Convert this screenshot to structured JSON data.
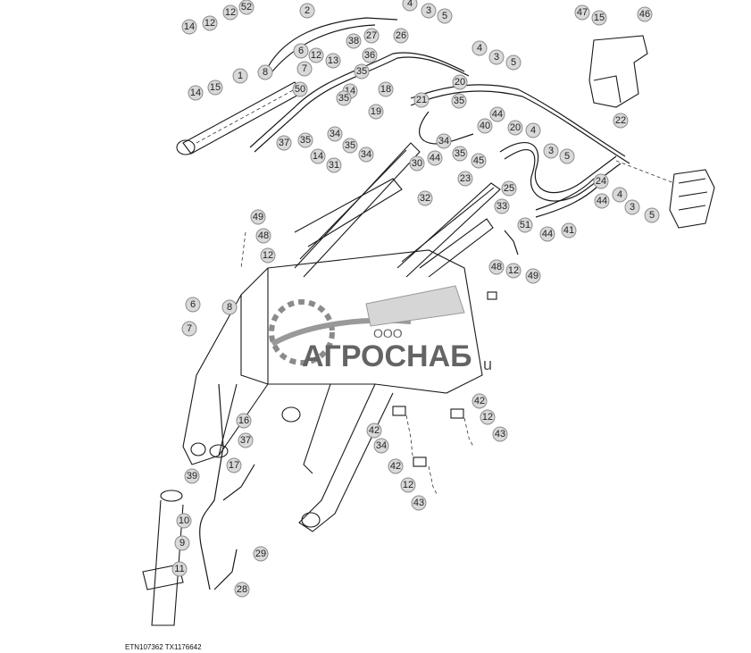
{
  "watermark": {
    "prefix": "ООО",
    "brand": "АГРОСНАБ",
    "suffix": "u"
  },
  "footer": {
    "figure_ref": "ETN107362  TX1176642"
  },
  "callouts": [
    {
      "n": "14"
    },
    {
      "n": "12"
    },
    {
      "n": "12"
    },
    {
      "n": "52"
    },
    {
      "n": "2"
    },
    {
      "n": "4"
    },
    {
      "n": "3"
    },
    {
      "n": "5"
    },
    {
      "n": "47"
    },
    {
      "n": "15"
    },
    {
      "n": "46"
    },
    {
      "n": "14"
    },
    {
      "n": "15"
    },
    {
      "n": "1"
    },
    {
      "n": "6"
    },
    {
      "n": "12"
    },
    {
      "n": "38"
    },
    {
      "n": "27"
    },
    {
      "n": "26"
    },
    {
      "n": "13"
    },
    {
      "n": "36"
    },
    {
      "n": "8"
    },
    {
      "n": "7"
    },
    {
      "n": "35"
    },
    {
      "n": "50"
    },
    {
      "n": "4"
    },
    {
      "n": "3"
    },
    {
      "n": "5"
    },
    {
      "n": "20"
    },
    {
      "n": "14"
    },
    {
      "n": "18"
    },
    {
      "n": "21"
    },
    {
      "n": "35"
    },
    {
      "n": "19"
    },
    {
      "n": "44"
    },
    {
      "n": "35"
    },
    {
      "n": "20"
    },
    {
      "n": "40"
    },
    {
      "n": "37"
    },
    {
      "n": "35"
    },
    {
      "n": "34"
    },
    {
      "n": "35"
    },
    {
      "n": "34"
    },
    {
      "n": "34"
    },
    {
      "n": "14"
    },
    {
      "n": "44"
    },
    {
      "n": "35"
    },
    {
      "n": "45"
    },
    {
      "n": "22"
    },
    {
      "n": "4"
    },
    {
      "n": "3"
    },
    {
      "n": "5"
    },
    {
      "n": "31"
    },
    {
      "n": "30"
    },
    {
      "n": "23"
    },
    {
      "n": "25"
    },
    {
      "n": "24"
    },
    {
      "n": "44"
    },
    {
      "n": "4"
    },
    {
      "n": "3"
    },
    {
      "n": "5"
    },
    {
      "n": "32"
    },
    {
      "n": "33"
    },
    {
      "n": "51"
    },
    {
      "n": "44"
    },
    {
      "n": "41"
    },
    {
      "n": "49"
    },
    {
      "n": "48"
    },
    {
      "n": "12"
    },
    {
      "n": "48"
    },
    {
      "n": "12"
    },
    {
      "n": "49"
    },
    {
      "n": "6"
    },
    {
      "n": "8"
    },
    {
      "n": "7"
    },
    {
      "n": "42"
    },
    {
      "n": "12"
    },
    {
      "n": "42"
    },
    {
      "n": "43"
    },
    {
      "n": "34"
    },
    {
      "n": "16"
    },
    {
      "n": "37"
    },
    {
      "n": "42"
    },
    {
      "n": "39"
    },
    {
      "n": "17"
    },
    {
      "n": "12"
    },
    {
      "n": "43"
    },
    {
      "n": "10"
    },
    {
      "n": "9"
    },
    {
      "n": "29"
    },
    {
      "n": "11"
    },
    {
      "n": "28"
    }
  ]
}
